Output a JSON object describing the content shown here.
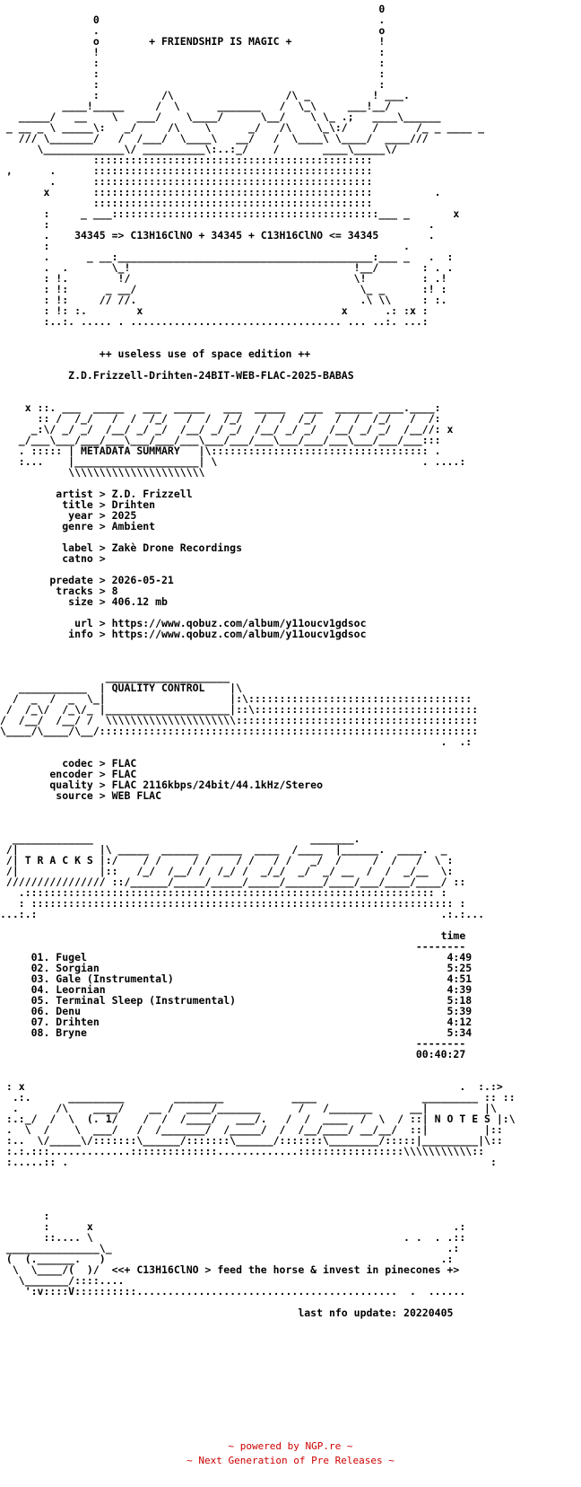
{
  "nfo_lines": [
    "                                                             0",
    "               0                                             .",
    "               .                                             o",
    "               o        + FRIENDSHIP IS MAGIC +              !",
    "               !                                             :",
    "               :                                             :",
    "               :                                             :",
    "               :                                             :",
    "               :          /\\                  /\\ _          ! ___.",
    "          ____!_____     /  \\      _______   /  \\_\\     ___!__/",
    "   _____/   __    \\   ___/    \\____/      \\__/    \\ \\_ .;   ____\\______",
    " _ __ _ \\ _____\\:   _/     /\\    \\      _/   /\\    \\_\\:/    /      /_ _ ____ _",
    "   /// \\_______/   /  /___/  \\____\\   __/   /  \\____\\ \\____/  ____///",
    "      \\_____________\\/ __________\\:..:_/    /       ____\\_____\\/",
    "               :::::::::::::::::::::::::::::::::::::::::::::",
    " ,      .      :::::::::::::::::::::::::::::::::::::::::::::",
    "        .      :::::::::::::::::::::::::::::::::::::::::::::",
    "       x       :::::::::::::::::::::::::::::::::::::::::::::          .",
    "               :::::::::::::::::::::::::::::::::::::::::::::",
    "       :     _ ___:::::::::::::::::::::::::::::::::::::::::::___ _       x",
    "       :                                                             .",
    "       .    34345 => C13H16ClNO + 34345 + C13H16ClNO <= 34345        .",
    "       :                                                         .",
    "       .      _ __:_________________________________________:___ _   .  :",
    "       .  .       \\_!                                    !__/       : . .",
    "       : !.        !/                                    \\!         : .!",
    "       : !:      _ __/                                    \\_ _      :! :",
    "       : !:     // //.                                    .\\ \\\\     : :.",
    "       : !: :.        x                                x      .: :x :",
    "       :..:. ..... . .................................. ... ..:. ...:",
    "",
    "",
    "                ++ useless use of space edition ++",
    "",
    "           Z.D.Frizzell-Drihten-24BIT-WEB-FLAC-2025-BABAS",
    "",
    "",
    "    x ::. ___  _____   ___  _____   ___  _____   ___  ______ ____.____:",
    "      :: /  /_/   /  /  /_/   /  /  /_/   /  /  /_/   /  /  /_/   /  /:",
    "     _:\\/ _/ _/  /__/ _/ _/  /__/ _/ _/  /__/ _/ _/  /__/ _/ _/  /__//: x",
    "   _/___\\___/___/___\\___/___/___\\___/___/___\\___/___/___\\___/___/___:::",
    "   . ::::: | METADATA SUMMARY   |\\::::::::::::::::::::::::::::::::::: .",
    "   :...    |____________________| \\                                 . ....:",
    "           \\\\\\\\\\\\\\\\\\\\\\\\\\\\\\\\\\\\\\\\\\\\",
    "",
    "         artist > Z.D. Frizzell",
    "          title > Drihten",
    "           year > 2025",
    "          genre > Ambient",
    "",
    "          label > Zakè Drone Recordings",
    "          catno >",
    "",
    "        predate > 2026-05-21",
    "         tracks > 8",
    "           size > 406.12 mb",
    "",
    "            url > https://www.qobuz.com/album/y11oucv1gdsoc",
    "           info > https://www.qobuz.com/album/y11oucv1gdsoc",
    "",
    "",
    "",
    "                 ____________________",
    "   ___________  | QUALITY CONTROL    |\\",
    "  /  _  /  _  \\_|                    |:\\::::::::::::::::::::::::::::::::::::",
    " /  /_\\/  /_\\/_ |____________________|::\\::::::::::::::::::::::::::::::::::::",
    "/  /__/  /__/ /  \\\\\\\\\\\\\\\\\\\\\\\\\\\\\\\\\\\\\\\\\\:::::::::::::::::::::::::::::::::::::::",
    "\\____/\\____/\\__/:::::::::::::::::::::::::::::::::::::::::::::::::::::::::::::",
    "                                                                       .  .:",
    "",
    "          codec > FLAC",
    "        encoder > FLAC",
    "        quality > FLAC 2116kbps/24bit/44.1kHz/Stereo",
    "         source > WEB FLAC",
    "",
    "",
    "",
    "  _____________                                   _______.",
    " /|             |\\ _____  ______  _____  ____  /____  |______.  ____.  _",
    " /| T R A C K S |:/    / /     / /    / /   / /   _/  /     /  /   /  \\ :",
    " /|             |::   /_/  /__/ /  /_/ /  _/_/  _/  _/ __  /  /  _/__  \\:",
    " //////////////// ::/______/_____/_____/_____/______/____/___/____/____/ ::",
    "   .:::::::::::::::::::::::::::::::::::::::::::::::::::::::::::::::::: :",
    "   : :::::::::::::::::::::::::::::::::::::::::::::::::::::::::::::::::::: :",
    "...:.:                                                                 .:.:...",
    "",
    "                                                                       time",
    "                                                                   --------",
    "     01. Fugel                                                          4:49",
    "     02. Sorgian                                                        5:25",
    "     03. Gale (Instrumental)                                            4:51",
    "     04. Leornian                                                       4:39",
    "     05. Terminal Sleep (Instrumental)                                  5:18",
    "     06. Denu                                                           5:39",
    "     07. Drihten                                                        4:12",
    "     08. Bryne                                                          5:34",
    "                                                                   --------",
    "                                                                   00:40:27",
    "",
    "",
    " : x                                                                      .  :.:>",
    "  .:.      _________        ________           ____                 _________ :: ::",
    "  .      /\\    ____/    __ /  ____/_______      /   /_______      __|         |\\",
    " :.:_/  /  \\  (. 1/    /  /  /____/   ___/.   /  /  ____  /  \\  / ::| N O T E S |:\\",
    " .  \\  /    \\  ___/   /  /_______/  /_____/  /  /__/____/ __/__/  ::|         |::",
    " :..  \\/_____\\/:::::::\\______/:::::::\\______/:::::::\\________/:::::|_________|\\::",
    " :.:.:::.............::::::::::::::.............:::::::::::::::::\\\\\\\\\\\\\\\\\\\\\\::",
    " :.....:: .                                                                    :",
    "",
    "",
    "",
    "",
    "       :",
    "       :      x                                                          .:",
    "       ::.... \\                                                  . .  . .::",
    " _______________\\_                                                      .:",
    " (  (.______.   )                                                      .:",
    "  \\  \\____/(  )/  <<+ C13H16ClNO > feed the horse & invest in pinecones +>",
    "   \\_______/::::....",
    "    ':v::::V::::::::::..........................................  .  ......",
    "",
    "                                                last nfo update: 20220405"
  ],
  "footer": {
    "line1": "~ powered by NGP.re ~",
    "line2": "~ Next Generation of Pre Releases ~"
  }
}
